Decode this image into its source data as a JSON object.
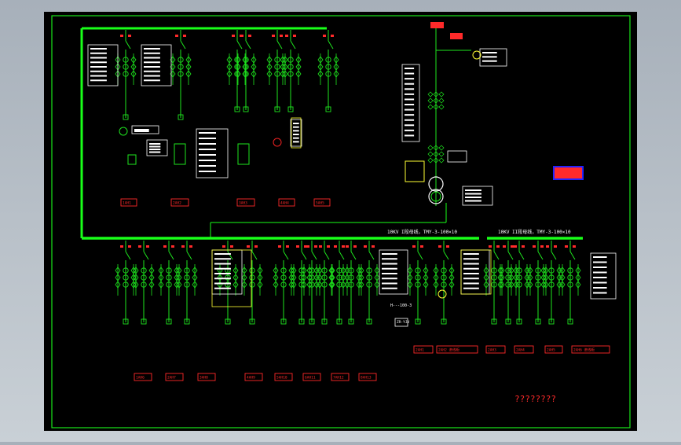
{
  "drawing": {
    "title_text": "????????",
    "bus1_label": "10KV I段母线，TMY-3-100×10",
    "bus2_label": "10KV II段母线，TMY-3-100×10",
    "hv_note": "H---100-3",
    "cable_tag": "ZR-YJV",
    "upper_tags": [
      "1AH1",
      "2AH2",
      "3AH3",
      "4AH4",
      "5AH5"
    ],
    "lower_tags_left": [
      "1AH6",
      "2AH7",
      "3AH8",
      "4AH9",
      "5AH10",
      "6AH11",
      "7AH12",
      "8AH13"
    ],
    "lower_tags_right": [
      "2AH1",
      "2AH2 进线柜",
      "2AH3",
      "2AH4",
      "2AH5",
      "2AH6 进线柜"
    ],
    "colors": {
      "background": "#000000",
      "frame": "#19e619",
      "bus": "#19ff19",
      "wire": "#1ee61e",
      "accent": "#ffff33",
      "label_fill": "#ff2a2a",
      "text": "#ffffff",
      "highlight": "#2222ff"
    }
  }
}
